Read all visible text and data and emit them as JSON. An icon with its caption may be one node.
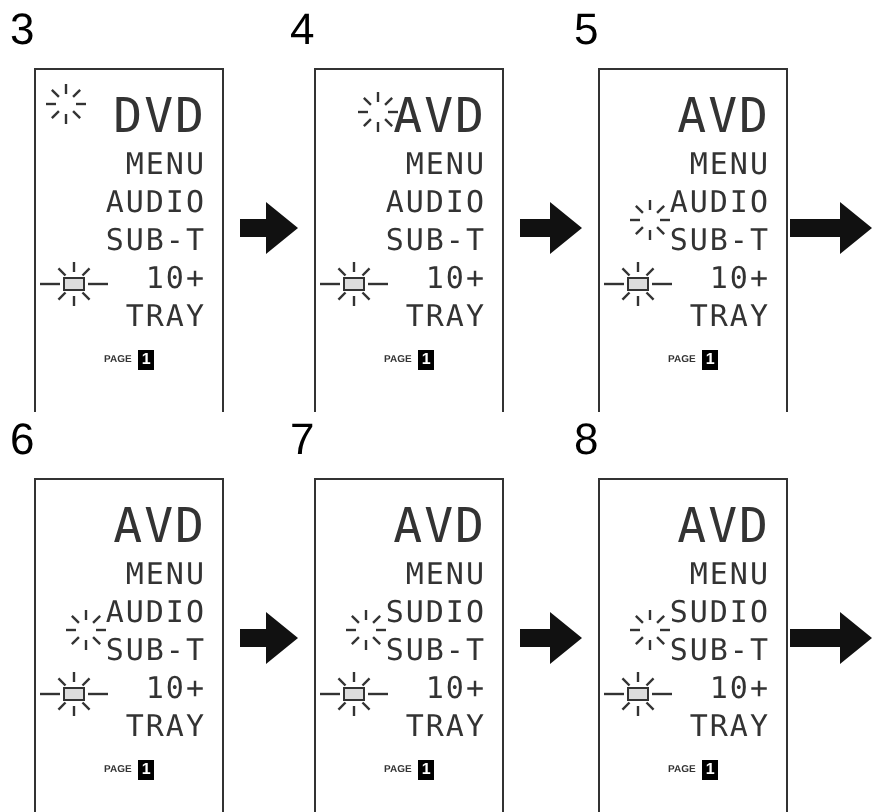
{
  "diagram": {
    "nodes": [
      {
        "text": [
          "3",
          "DVD",
          "MENU",
          "AUDIO",
          "SUB-T",
          "10+",
          "TRAY",
          "PAGE",
          "1"
        ]
      },
      {
        "text": [
          "4",
          "AVD",
          "MENU",
          "AUDIO",
          "SUB-T",
          "10+",
          "TRAY",
          "PAGE",
          "1"
        ]
      },
      {
        "text": [
          "5",
          "AVD",
          "MENU",
          "AUDIO",
          "SUB-T",
          "10+",
          "TRAY",
          "PAGE",
          "1"
        ]
      },
      {
        "text": [
          "6",
          "AVD",
          "MENU",
          "AUDIO",
          "SUB-T",
          "10+",
          "TRAY",
          "PAGE",
          "1"
        ]
      },
      {
        "text": [
          "7",
          "AVD",
          "MENU",
          "SUDIO",
          "SUB-T",
          "10+",
          "TRAY",
          "PAGE",
          "1"
        ]
      },
      {
        "text": [
          "8",
          "AVD",
          "MENU",
          "SUDIO",
          "SUB-T",
          "10+",
          "TRAY",
          "PAGE",
          "1"
        ]
      }
    ],
    "edges": [
      {
        "from": 0,
        "to": 1,
        "arrow": "to"
      },
      {
        "from": 1,
        "to": 2,
        "arrow": "to"
      },
      {
        "from": 2,
        "to": null,
        "arrow": "to"
      },
      {
        "from": 3,
        "to": 4,
        "arrow": "to"
      },
      {
        "from": 4,
        "to": 5,
        "arrow": "to"
      },
      {
        "from": 5,
        "to": null,
        "arrow": "to"
      }
    ]
  }
}
